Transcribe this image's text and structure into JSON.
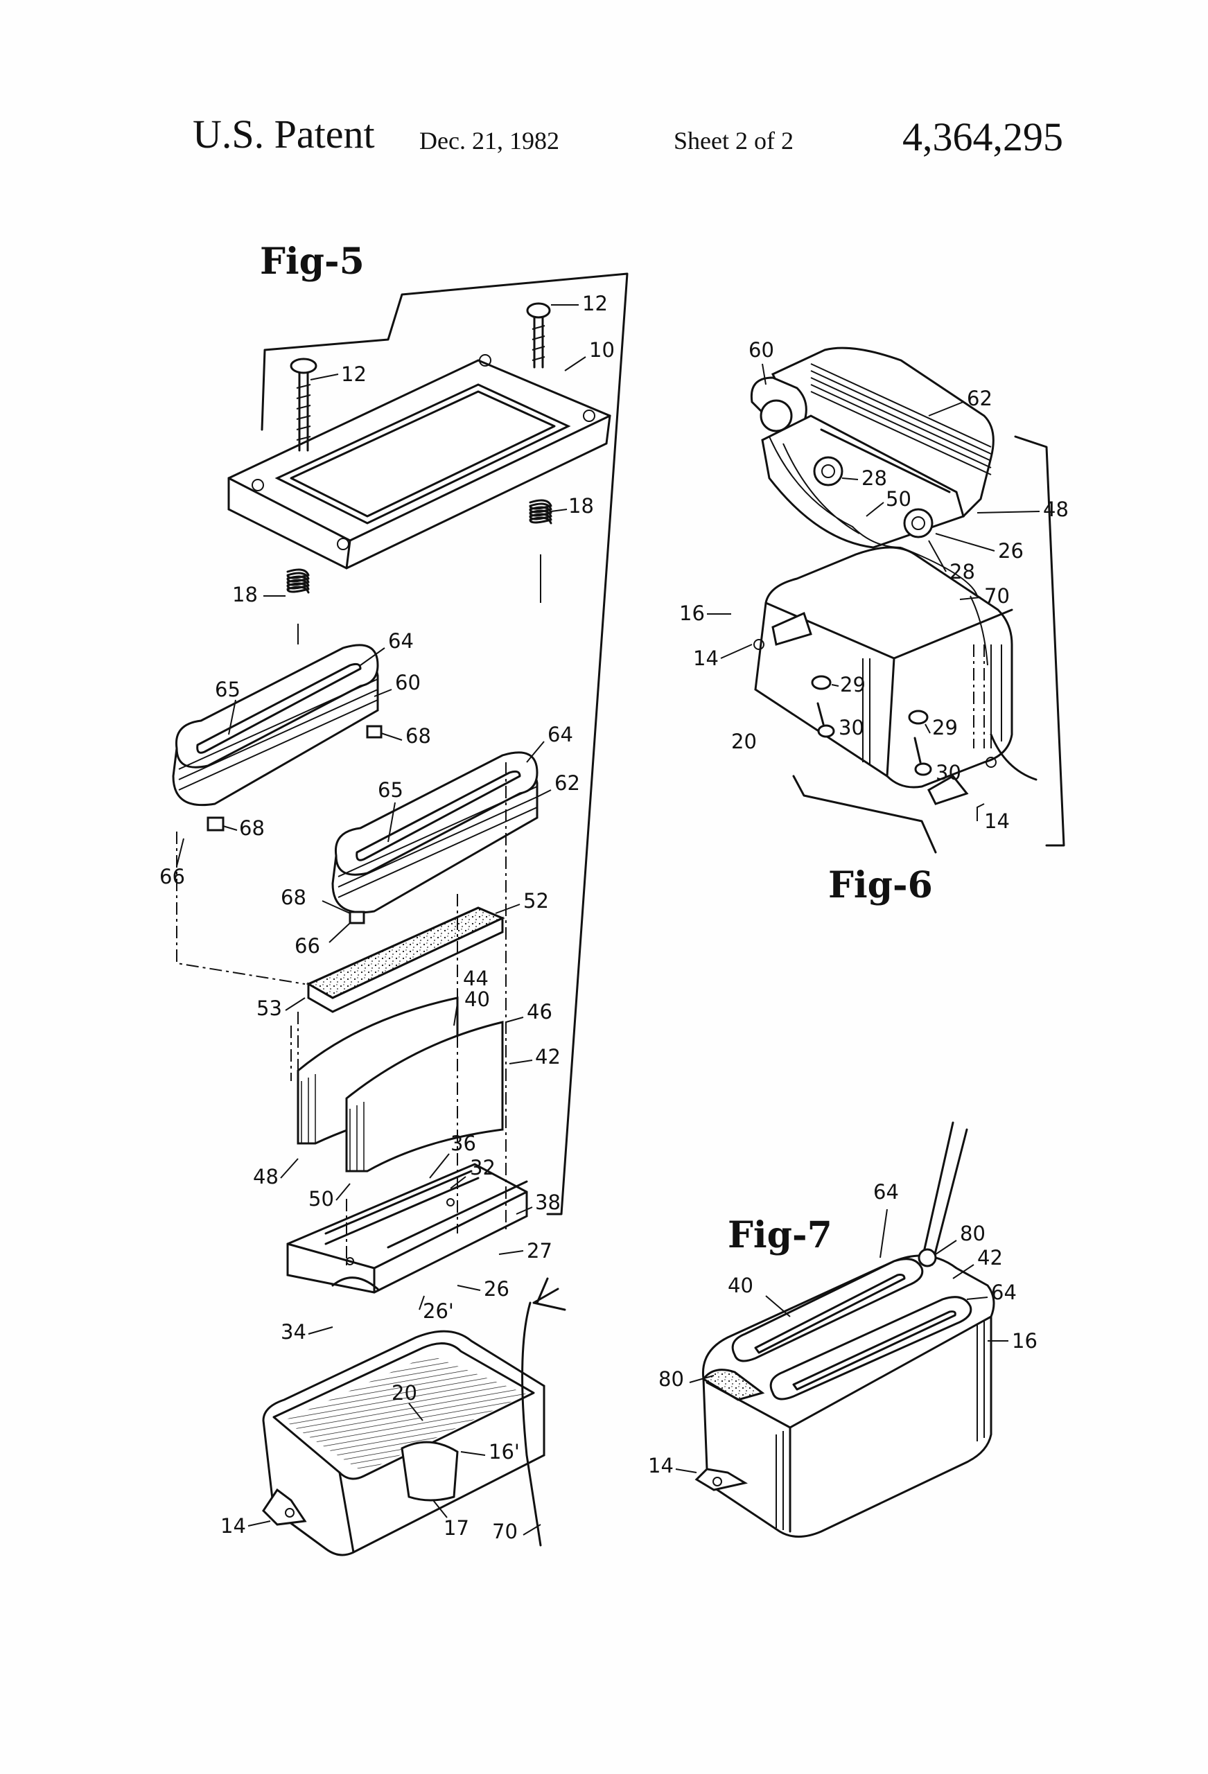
{
  "header": {
    "title": "U.S. Patent",
    "date": "Dec. 21, 1982",
    "sheet": "Sheet 2 of 2",
    "number": "4,364,295"
  },
  "figures": {
    "fig5": {
      "label": "Fig-5",
      "refs": [
        "12",
        "12",
        "10",
        "18",
        "18",
        "64",
        "60",
        "65",
        "68",
        "68",
        "66",
        "64",
        "62",
        "65",
        "68",
        "66",
        "52",
        "53",
        "44",
        "40",
        "46",
        "42",
        "48",
        "50",
        "36",
        "32",
        "38",
        "27",
        "26",
        "26'",
        "34",
        "20",
        "16'",
        "17",
        "70",
        "14"
      ]
    },
    "fig6": {
      "label": "Fig-6",
      "refs": [
        "60",
        "62",
        "28",
        "50",
        "48",
        "26",
        "28",
        "70",
        "16",
        "14",
        "29",
        "30",
        "29",
        "30",
        "20",
        "14"
      ]
    },
    "fig7": {
      "label": "Fig-7",
      "refs": [
        "64",
        "80",
        "42",
        "40",
        "64",
        "16",
        "80",
        "14"
      ]
    }
  }
}
